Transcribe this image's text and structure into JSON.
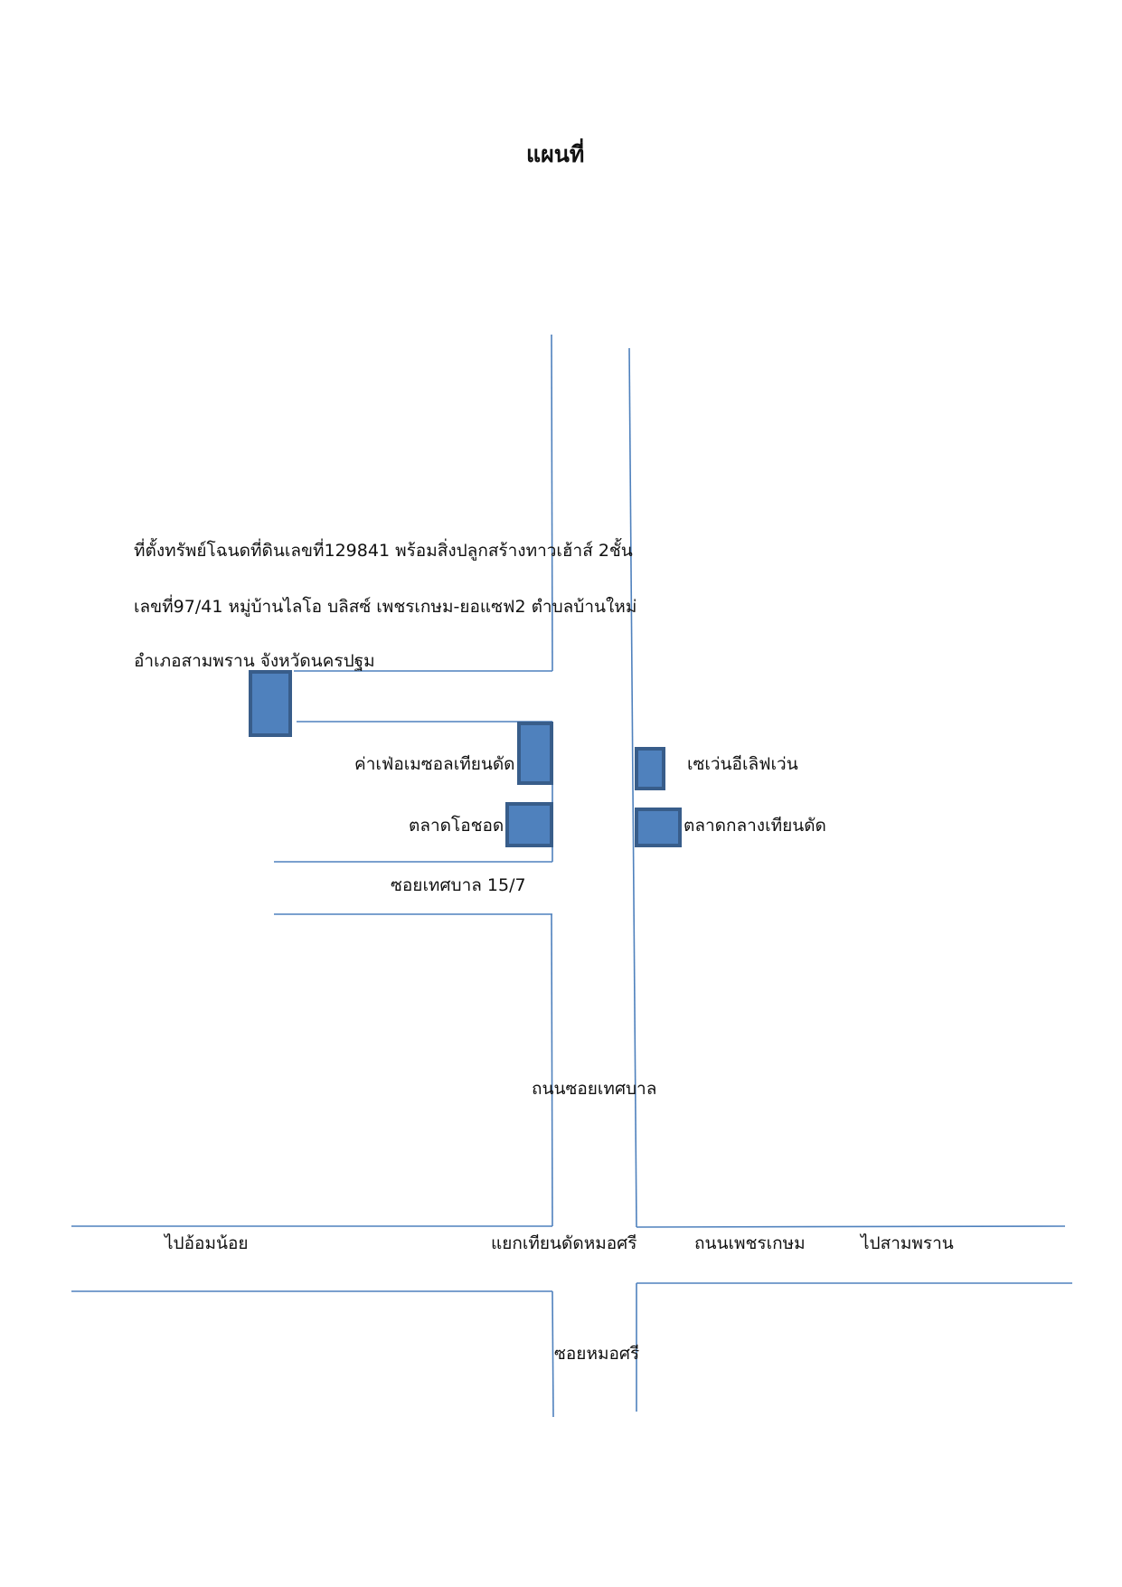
{
  "title": "แผนที่",
  "property_description": {
    "line1": "ที่ตั้งทรัพย์โฉนดที่ดินเลขที่129841 พร้อมสิ่งปลูกสร้างทาวเฮ้าส์ 2ชั้น",
    "line2": "เลขที่97/41 หมู่บ้านไลโอ บลิสซ์ เพชรเกษม-ยอแซฟ2 ตำบลบ้านใหม่",
    "line3": "อำเภอสามพราน  จังหวัดนครปฐม"
  },
  "landmarks": {
    "cafe": "ค่าเฟ่อเมซอลเทียนดัด",
    "ocod_market": "ตลาดโอชอด",
    "seven_eleven": "เซเว่นอีเลิฟเว่น",
    "tiandat_market": "ตลาดกลางเทียนดัด"
  },
  "roads": {
    "soi_tessaban_15_7": "ซอยเทศบาล 15/7",
    "thanon_soi_tessaban": "ถนนซอยเทศบาล",
    "to_om_noi": "ไปอ้อมน้อย",
    "intersection": "แยกเทียนดัดหมอศรี",
    "thanon_phetkasem": "ถนนเพชรเกษม",
    "to_sam_phran": "ไปสามพราน",
    "soi_mo_si": "ซอยหมอศรี"
  },
  "colors": {
    "road_line": "#4f81bd",
    "marker_fill": "#4f81bd",
    "marker_border": "#385d8a"
  }
}
